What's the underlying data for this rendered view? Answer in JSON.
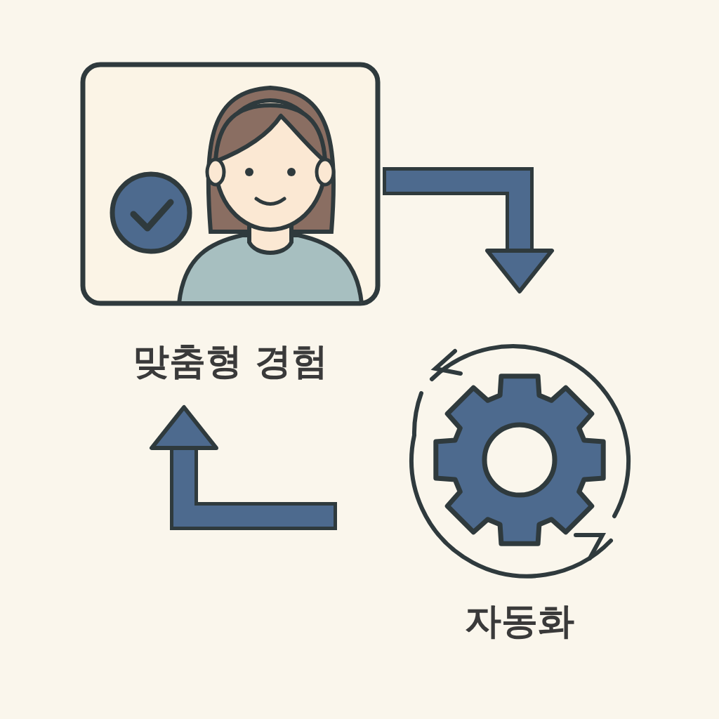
{
  "diagram": {
    "nodes": [
      {
        "text": [
          "맞춤형 경험"
        ]
      },
      {
        "text": [
          "자동화"
        ]
      }
    ],
    "edges": [
      {
        "from": 0,
        "to": 1,
        "arrow": "to"
      },
      {
        "from": 1,
        "to": 0,
        "arrow": "to"
      }
    ]
  }
}
